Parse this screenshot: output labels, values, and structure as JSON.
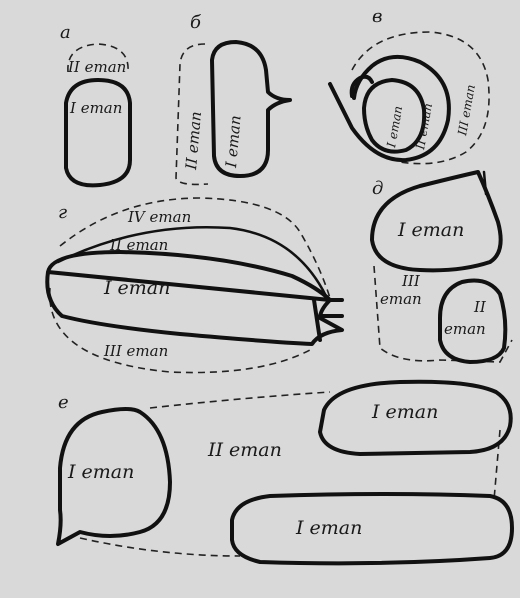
{
  "panels": {
    "a": {
      "letter": "а",
      "labels": [
        "II етап",
        "I етап"
      ]
    },
    "b": {
      "letter": "б",
      "labels": [
        "II етап",
        "I етап"
      ]
    },
    "v": {
      "letter": "в",
      "labels": [
        "I етап",
        "II етап",
        "III етап"
      ]
    },
    "g": {
      "letter": "г",
      "labels": [
        "IV етап",
        "II етап",
        "I етап",
        "III етап"
      ]
    },
    "d": {
      "letter": "д",
      "labels": [
        "I етап",
        "III",
        "етап",
        "II",
        "етап"
      ]
    },
    "e": {
      "letter": "е",
      "labels": [
        "I етап",
        "II етап",
        "I етап",
        "I етап"
      ]
    }
  }
}
